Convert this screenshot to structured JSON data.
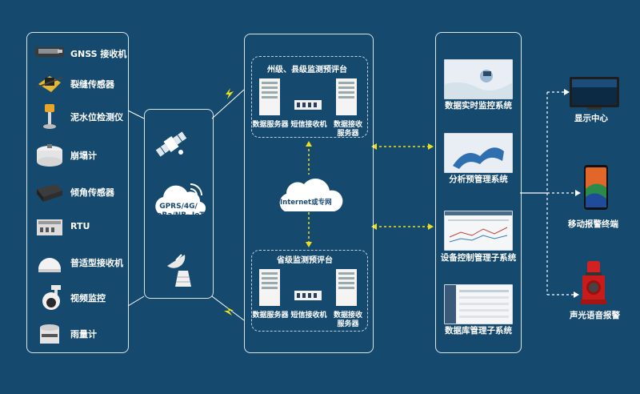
{
  "devices": [
    {
      "label": "GNSS 接收机",
      "icon": "gnss-receiver-icon"
    },
    {
      "label": "裂缝传感器",
      "icon": "crack-sensor-icon"
    },
    {
      "label": "泥水位检测仪",
      "icon": "mud-level-detector-icon"
    },
    {
      "label": "崩塌计",
      "icon": "collapse-meter-icon"
    },
    {
      "label": "倾角传感器",
      "icon": "tilt-sensor-icon"
    },
    {
      "label": "RTU",
      "icon": "rtu-icon"
    },
    {
      "label": "普适型接收机",
      "icon": "universal-receiver-icon"
    },
    {
      "label": "视频监控",
      "icon": "video-camera-icon"
    },
    {
      "label": "雨量计",
      "icon": "rain-gauge-icon"
    }
  ],
  "transport": {
    "wireless_label_line1": "GPRS/4G/",
    "wireless_label_line2": "LoRa/NB- IoT"
  },
  "platform": {
    "upper_title": "州级、县级监测预评台",
    "lower_title": "省级监测预评台",
    "cloud_label": "Internet或专网",
    "server_label": "数据服务器",
    "sms_label": "短信接收机",
    "receiver_label_line1": "数据接收",
    "receiver_label_line2": "服务器"
  },
  "systems": [
    {
      "label": "数据实时监控系统"
    },
    {
      "label": "分析预管理系统"
    },
    {
      "label": "设备控制管理子系统"
    },
    {
      "label": "数据库管理子系统"
    }
  ],
  "outputs": [
    {
      "label": "显示中心"
    },
    {
      "label": "移动报警终端"
    },
    {
      "label": "声光语音报警"
    }
  ],
  "colors": {
    "background": "#154a6e",
    "arrow_yellow": "#e8e020",
    "dashed_white": "#ffffff"
  }
}
